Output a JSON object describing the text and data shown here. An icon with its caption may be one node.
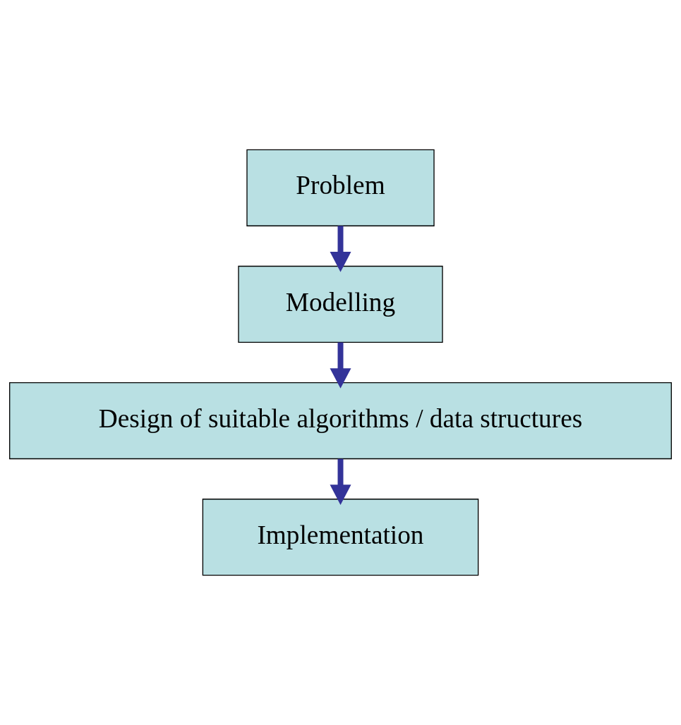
{
  "diagram": {
    "nodes": [
      {
        "text": [
          "Problem"
        ]
      },
      {
        "text": [
          "Modelling"
        ]
      },
      {
        "text": [
          "Design of suitable algorithms / data structures"
        ]
      },
      {
        "text": [
          "Implementation"
        ]
      }
    ],
    "edges": [
      {
        "from": 0,
        "to": 1,
        "arrow": "to"
      },
      {
        "from": 1,
        "to": 2,
        "arrow": "to"
      },
      {
        "from": 2,
        "to": 3,
        "arrow": "to"
      }
    ]
  }
}
